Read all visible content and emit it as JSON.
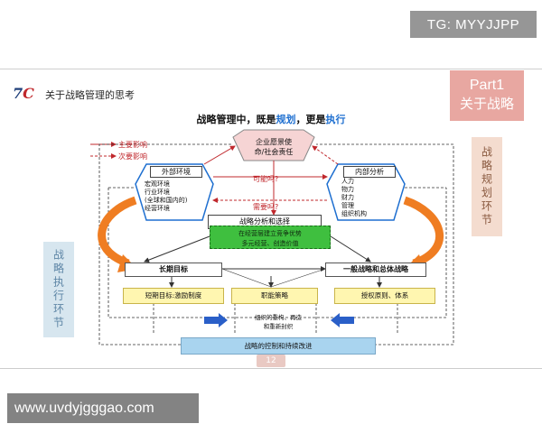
{
  "watermark_top": "TG: MYYJJPP",
  "watermark_bottom": "www.uvdyjgggao.com",
  "slide": {
    "logo": {
      "left": "7",
      "right": "C"
    },
    "title": "关于战略管理的思考",
    "part": {
      "line1": "Part1",
      "line2": "关于战略"
    },
    "heading": {
      "pre": "战略管理中，既是",
      "hl1": "规划",
      "mid": "，更是",
      "hl2": "执行"
    },
    "legend": {
      "primary": "主要影响",
      "secondary": "次要影响"
    },
    "mission": {
      "line1": "企业愿景使",
      "line2": "命/社会责任"
    },
    "external": {
      "title": "外部环境",
      "items": [
        "宏观环境",
        "行业环境",
        "(全球和国内的)",
        "经营环境"
      ]
    },
    "internal": {
      "title": "内部分析",
      "items": [
        "人力",
        "物力",
        "财力",
        "管理",
        "组织机构"
      ]
    },
    "question1": "可能吗?",
    "question2": "需要吗?",
    "analysis_title": "战略分析和选择",
    "green": {
      "line1": "在经营层建立竞争优势",
      "line2": "多元经营、创造价值"
    },
    "long_term": "长期目标",
    "general_strategy": "一般战略和总体战略",
    "short_term": "短期目标:激励制度",
    "functional": "职能策略",
    "authority": "授权原则、体系",
    "org_note": {
      "line1": "组织的重构、再造",
      "line2": "和重新封织"
    },
    "control": "战略的控制和持续改进",
    "side_right": "战略规划环节",
    "side_left": "战略执行环节",
    "page_number": "12"
  }
}
